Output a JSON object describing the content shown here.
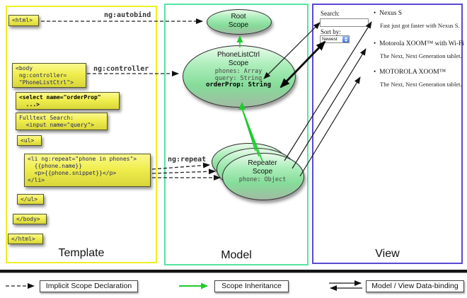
{
  "panels": {
    "template": {
      "label": "Template"
    },
    "model": {
      "label": "Model"
    },
    "view": {
      "label": "View"
    }
  },
  "edge_labels": {
    "autobind": "ng:autobind",
    "controller": "ng:controller",
    "repeat": "ng:repeat"
  },
  "template_boxes": [
    {
      "name": "html-open",
      "text": "<html>"
    },
    {
      "name": "body-open",
      "text": "<body\n ng:controller=\n \"PhoneListCtrl\">"
    },
    {
      "name": "select-orderprop",
      "text": "<select name=\"orderProp\"\n  ...>"
    },
    {
      "name": "fulltext-search",
      "text": "Fulltext Search:\n  <input name=\"query\">"
    },
    {
      "name": "ul-open",
      "text": "<ul>"
    },
    {
      "name": "li-repeat",
      "text": "<li ng:repeat=\"phone in phones\">\n  {{phone.name}}\n  <p>{{phone.snippet}}</p>\n</li>"
    },
    {
      "name": "ul-close",
      "text": "</ul>"
    },
    {
      "name": "body-close",
      "text": "</body>"
    },
    {
      "name": "html-close",
      "text": "</html>"
    }
  ],
  "scopes": {
    "root": {
      "title": "Root\nScope"
    },
    "phonelist": {
      "title": "PhoneListCtrl\nScope",
      "prop1": "phones: Array",
      "prop2": "query: String",
      "bold_prop": "orderProp: String"
    },
    "repeater": {
      "title": "Repeater\nScope",
      "prop": "phone: Object"
    }
  },
  "view": {
    "search_label": "Search:",
    "search_value": "",
    "sort_label": "Sort by:",
    "sort_selected": "Newest",
    "items": [
      {
        "title": "Nexus S",
        "desc": "Fast just got faster with Nexus S."
      },
      {
        "title": "Motorola XOOM™ with Wi-Fi",
        "desc": "The Next, Next Generation tablet."
      },
      {
        "title": "MOTOROLA XOOM™",
        "desc": "The Next, Next Generation tablet."
      }
    ]
  },
  "legend": {
    "implicit": "Implicit Scope Declaration",
    "inheritance": "Scope Inheritance",
    "binding": "Model / View Data-binding"
  },
  "colors": {
    "template_border": "#f0ee24",
    "model_border": "#54e5a1",
    "view_border": "#5a48d4",
    "green_arrow": "#1ecb2e"
  }
}
